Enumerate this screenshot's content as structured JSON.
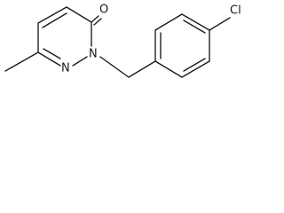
{
  "structure": {
    "atoms": {
      "oxygen": "O",
      "nitrogen_n1": "N",
      "nitrogen_n2": "N",
      "chlorine": "Cl"
    }
  }
}
